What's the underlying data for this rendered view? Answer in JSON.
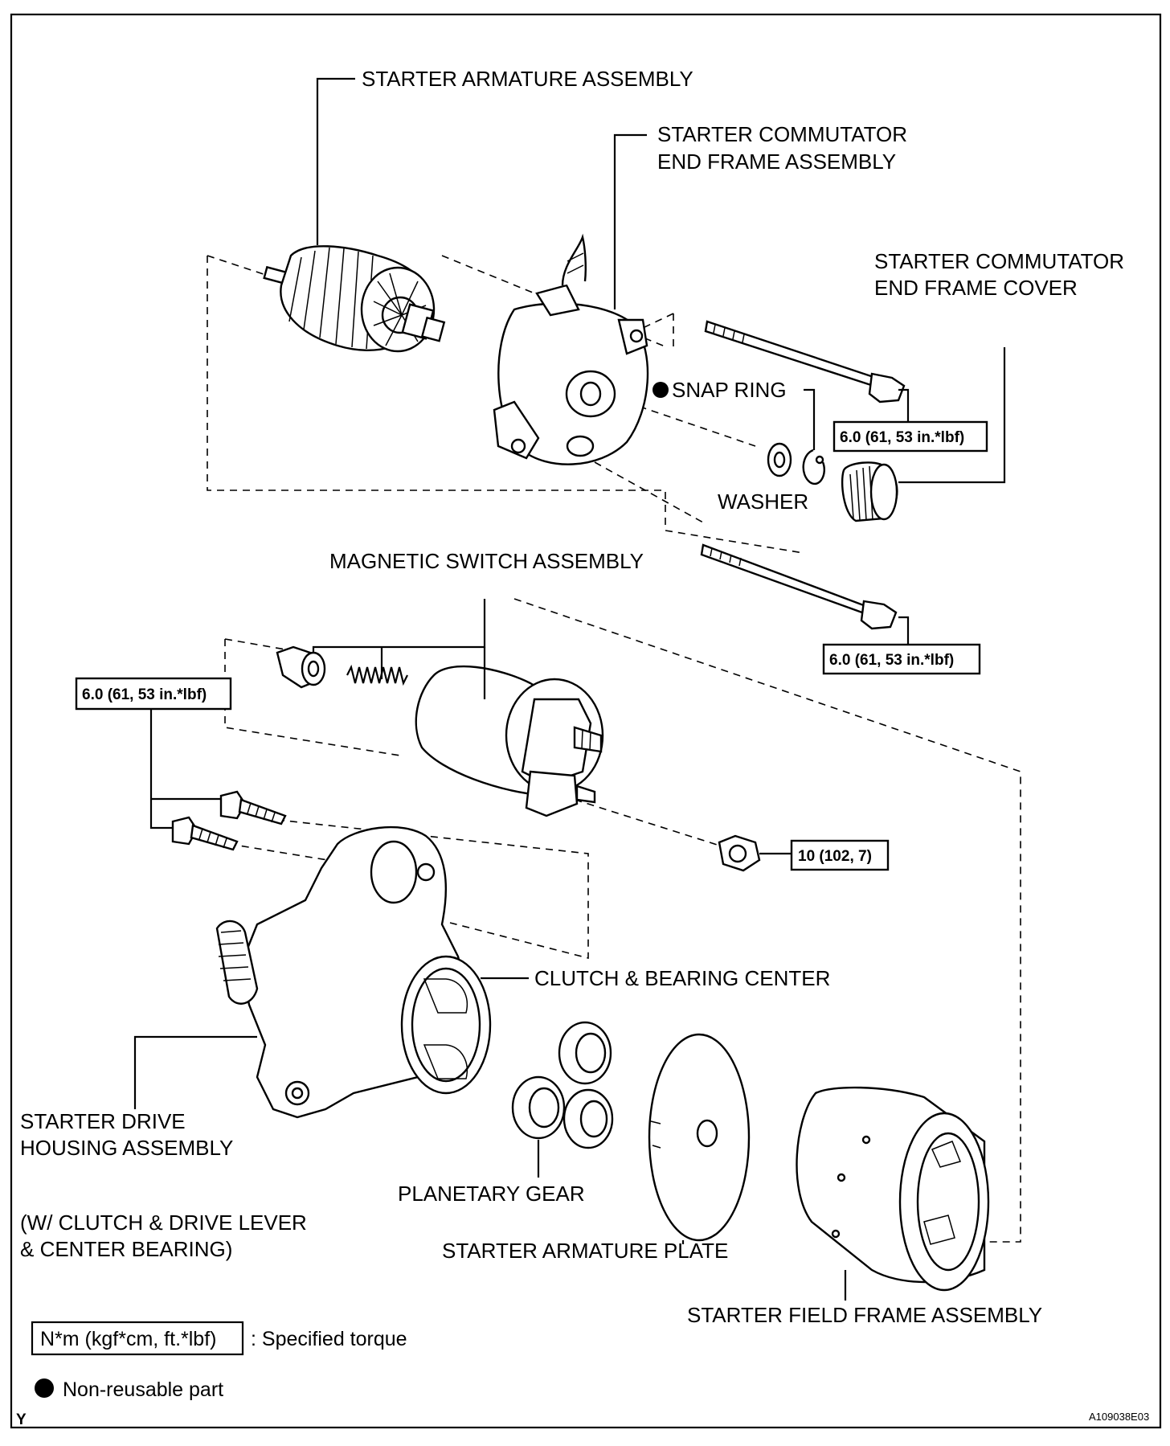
{
  "labels": {
    "armature": "STARTER ARMATURE ASSEMBLY",
    "commutator_frame_1": "STARTER COMMUTATOR",
    "commutator_frame_2": "END FRAME ASSEMBLY",
    "commutator_cover_1": "STARTER COMMUTATOR",
    "commutator_cover_2": "END FRAME COVER",
    "snap_ring": "SNAP RING",
    "washer": "WASHER",
    "magnetic_switch": "MAGNETIC SWITCH ASSEMBLY",
    "clutch_bearing": "CLUTCH & BEARING CENTER",
    "drive_housing_1": "STARTER DRIVE",
    "drive_housing_2": "HOUSING ASSEMBLY",
    "drive_note_1": "(W/ CLUTCH & DRIVE LEVER",
    "drive_note_2": "& CENTER BEARING)",
    "planetary_gear": "PLANETARY GEAR",
    "armature_plate": "STARTER ARMATURE PLATE",
    "field_frame": "STARTER FIELD FRAME ASSEMBLY"
  },
  "torque": {
    "upper_bolt": "6.0 (61, 53 in.*lbf)",
    "lower_bolt": "6.0 (61, 53 in.*lbf)",
    "left_bolts": "6.0 (61, 53 in.*lbf)",
    "nut": "10 (102, 7)"
  },
  "legend": {
    "torque_box": "N*m (kgf*cm, ft.*lbf)",
    "torque_desc": ": Specified torque",
    "nonreusable_desc": "Non-reusable part"
  },
  "corner": {
    "left": "Y",
    "right": "A109038E03"
  }
}
